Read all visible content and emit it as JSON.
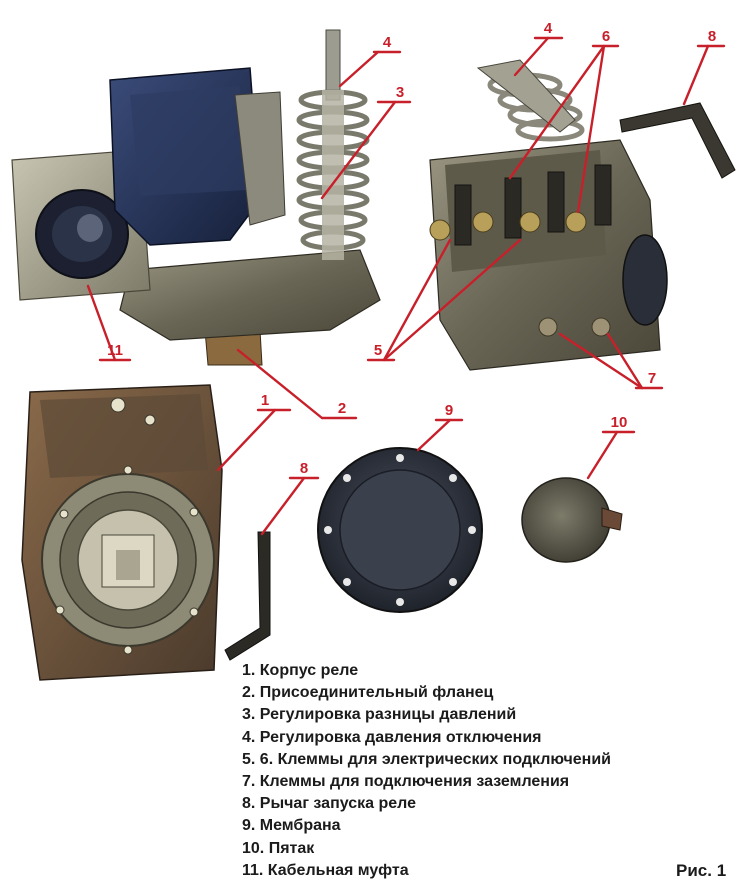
{
  "diagram": {
    "callout_color": "#c8202a",
    "callouts": {
      "c1": "1",
      "c2": "2",
      "c3": "3",
      "c4_left": "4",
      "c4_right": "4",
      "c5": "5",
      "c6": "6",
      "c7": "7",
      "c8_top": "8",
      "c8_bottom": "8",
      "c9": "9",
      "c10": "10",
      "c11": "11"
    },
    "legend": [
      "1. Корпус реле",
      "2. Присоединительный фланец",
      "3. Регулировка разницы давлений",
      "4. Регулировка давления отключения",
      "5. 6. Клеммы для электрических подключений",
      "7. Клеммы для подключения заземления",
      "8. Рычаг запуска реле",
      "9. Мембрана",
      "10. Пятак",
      "11. Кабельная муфта"
    ],
    "figure_caption": "Рис. 1"
  }
}
